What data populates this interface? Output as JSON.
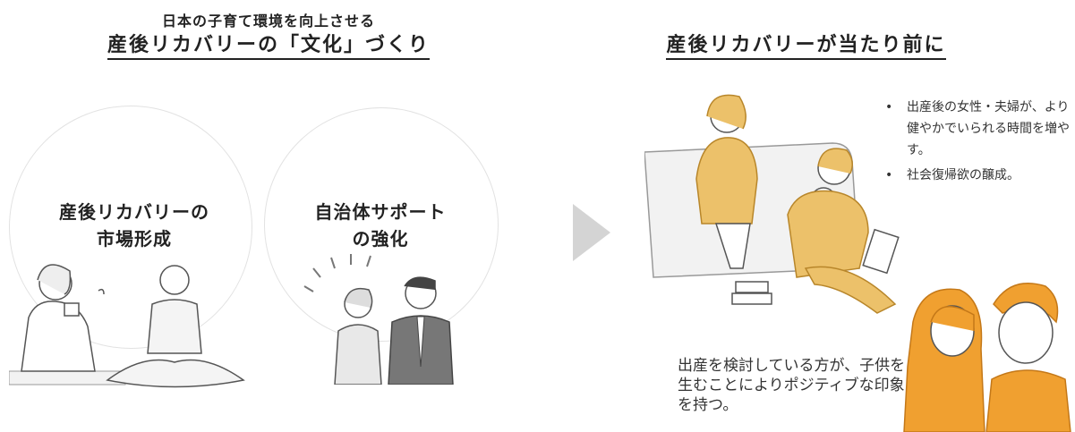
{
  "left": {
    "subtitle": "日本の子育て環境を向上させる",
    "title": "産後リカバリーの「文化」づくり",
    "bubble1": {
      "line1": "産後リカバリーの",
      "line2": "市場形成"
    },
    "bubble2": {
      "line1": "自治体サポート",
      "line2": "の強化"
    }
  },
  "right": {
    "title": "産後リカバリーが当たり前に",
    "bullets": [
      {
        "dot": "•",
        "text": "出産後の女性・夫婦が、より健やかでいられる時間を増やす。"
      },
      {
        "dot": "•",
        "text": "社会復帰欲の醸成。"
      }
    ],
    "lower_text": "出産を検討している方が、子供を生むことによりポジティブな印象を持つ。"
  },
  "colors": {
    "accent_orange": "#f0a030",
    "accent_yellow": "#ecc16a",
    "arrow_gray": "#d4d4d4"
  }
}
